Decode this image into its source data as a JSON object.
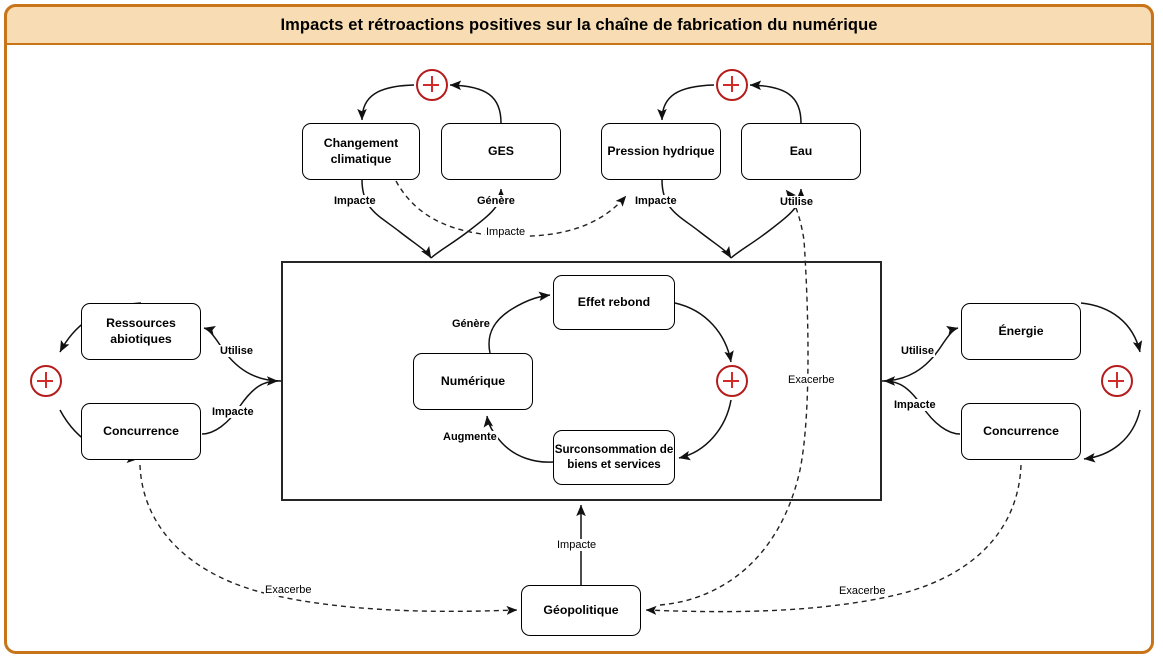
{
  "title": "Impacts et rétroactions positives sur la chaîne de fabrication du numérique",
  "nodes": {
    "changement_climatique": "Changement climatique",
    "ges": "GES",
    "pression_hydrique": "Pression hydrique",
    "eau": "Eau",
    "ressources_abiotiques": "Ressources abiotiques",
    "concurrence_gauche": "Concurrence",
    "energie": "Énergie",
    "concurrence_droite": "Concurrence",
    "effet_rebond": "Effet rebond",
    "numerique": "Numérique",
    "surconsommation": "Surconsommation de biens et services",
    "geopolitique": "Géopolitique"
  },
  "edge_labels": {
    "cc_impacte": "Impacte",
    "ges_genere": "Génère",
    "cc_to_ph_impacte": "Impacte",
    "ph_impacte": "Impacte",
    "eau_utilise": "Utilise",
    "ra_utilise": "Utilise",
    "conc_g_impacte": "Impacte",
    "energie_utilise": "Utilise",
    "conc_d_impacte": "Impacte",
    "numerique_genere": "Génère",
    "surconso_augmente": "Augmente",
    "geo_impacte": "Impacte",
    "exacerbe_gauche": "Exacerbe",
    "exacerbe_droite": "Exacerbe",
    "exacerbe_centre": "Exacerbe"
  },
  "badges": {
    "plus_symbol": "+",
    "plus_top_left": "plus-feedback-top-left",
    "plus_top_right": "plus-feedback-top-right",
    "plus_left": "plus-feedback-left",
    "plus_right": "plus-feedback-right",
    "plus_center": "plus-feedback-center"
  },
  "colors": {
    "frame_border": "#c8751a",
    "title_bg": "#f8ddb4",
    "plus_red": "#b51c1c",
    "container_border": "#262626",
    "node_border": "#000000"
  }
}
